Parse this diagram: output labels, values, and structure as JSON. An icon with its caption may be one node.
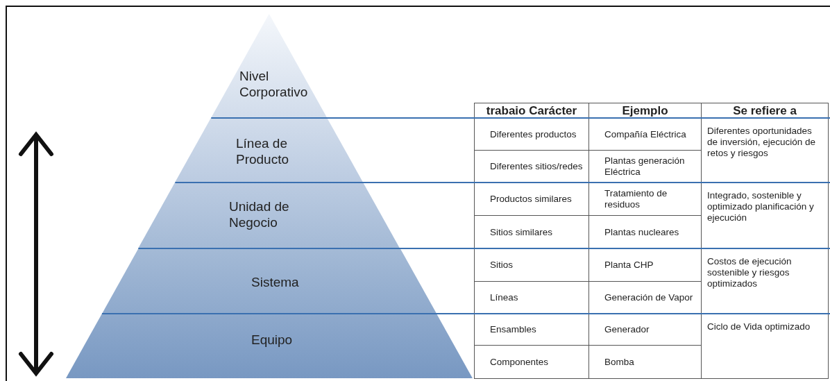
{
  "diagram": {
    "nodes": [
      {
        "text": [
          "Nivel Corporativo"
        ]
      },
      {
        "text": [
          "Línea de Producto"
        ]
      },
      {
        "text": [
          "Unidad de Negocio"
        ]
      },
      {
        "text": [
          "Sistema"
        ]
      },
      {
        "text": [
          "Equipo"
        ]
      }
    ],
    "labels": [
      "trabaio Carácter",
      "Ejemplo",
      "Se refiere a",
      "Diferentes productos",
      "Compañía Eléctrica",
      "Diferentes oportunidades de inversión, ejecución de retos y riesgos",
      "Diferentes sitios/redes",
      "Plantas generación Eléctrica",
      "Productos similares",
      "Tratamiento de residuos",
      "Integrado, sostenible y optimizado planificación y ejecución",
      "Sitios similares",
      "Plantas nucleares",
      "Sitios",
      "Planta CHP",
      "Costos de ejecución sostenible y riesgos optimizados",
      "Líneas",
      "Generación de Vapor",
      "Ensambles",
      "Generador",
      "Ciclo de Vida optimizado",
      "Componentes",
      "Bomba"
    ]
  }
}
